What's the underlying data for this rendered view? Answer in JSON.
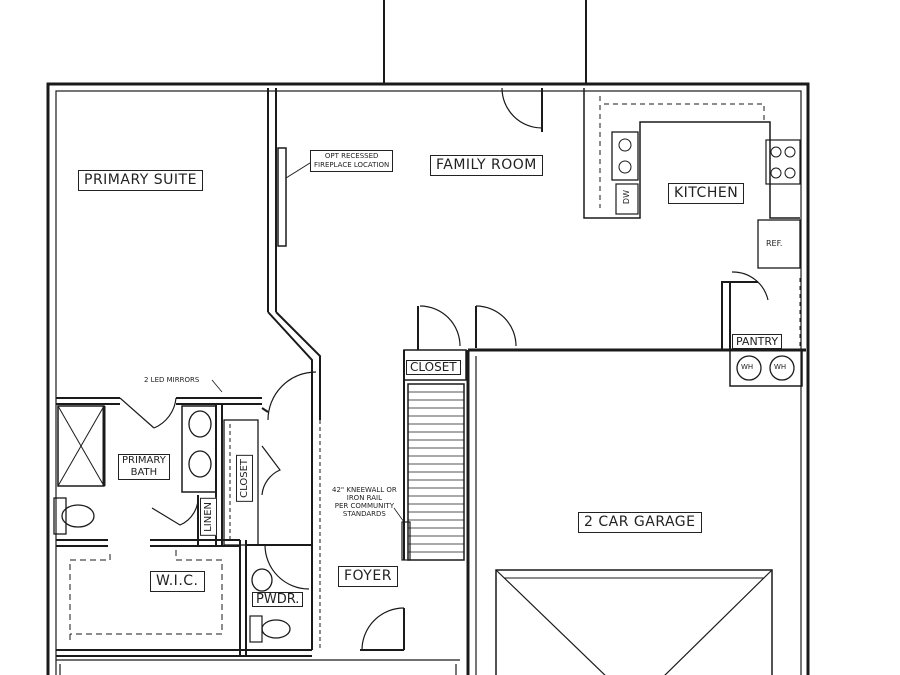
{
  "rooms": {
    "primary_suite": "PRIMARY SUITE",
    "family_room": "FAMILY ROOM",
    "kitchen": "KITCHEN",
    "pantry": "PANTRY",
    "closet": "CLOSET",
    "primary_bath_line1": "PRIMARY",
    "primary_bath_line2": "BATH",
    "wic": "W.I.C.",
    "closet_vertical": "CLOSET",
    "linen": "LINEN",
    "pwdr": "PWDR.",
    "foyer": "FOYER",
    "garage": "2 CAR GARAGE"
  },
  "notes": {
    "fireplace_line1": "OPT RECESSED",
    "fireplace_line2": "FIREPLACE LOCATION",
    "mirrors": "2 LED MIRRORS",
    "kneewall_line1": "42\" KNEEWALL OR",
    "kneewall_line2": "IRON RAIL",
    "kneewall_line3": "PER COMMUNITY",
    "kneewall_line4": "STANDARDS"
  },
  "fixtures": {
    "ref": "REF.",
    "dw": "DW",
    "wh1": "WH",
    "wh2": "WH"
  }
}
